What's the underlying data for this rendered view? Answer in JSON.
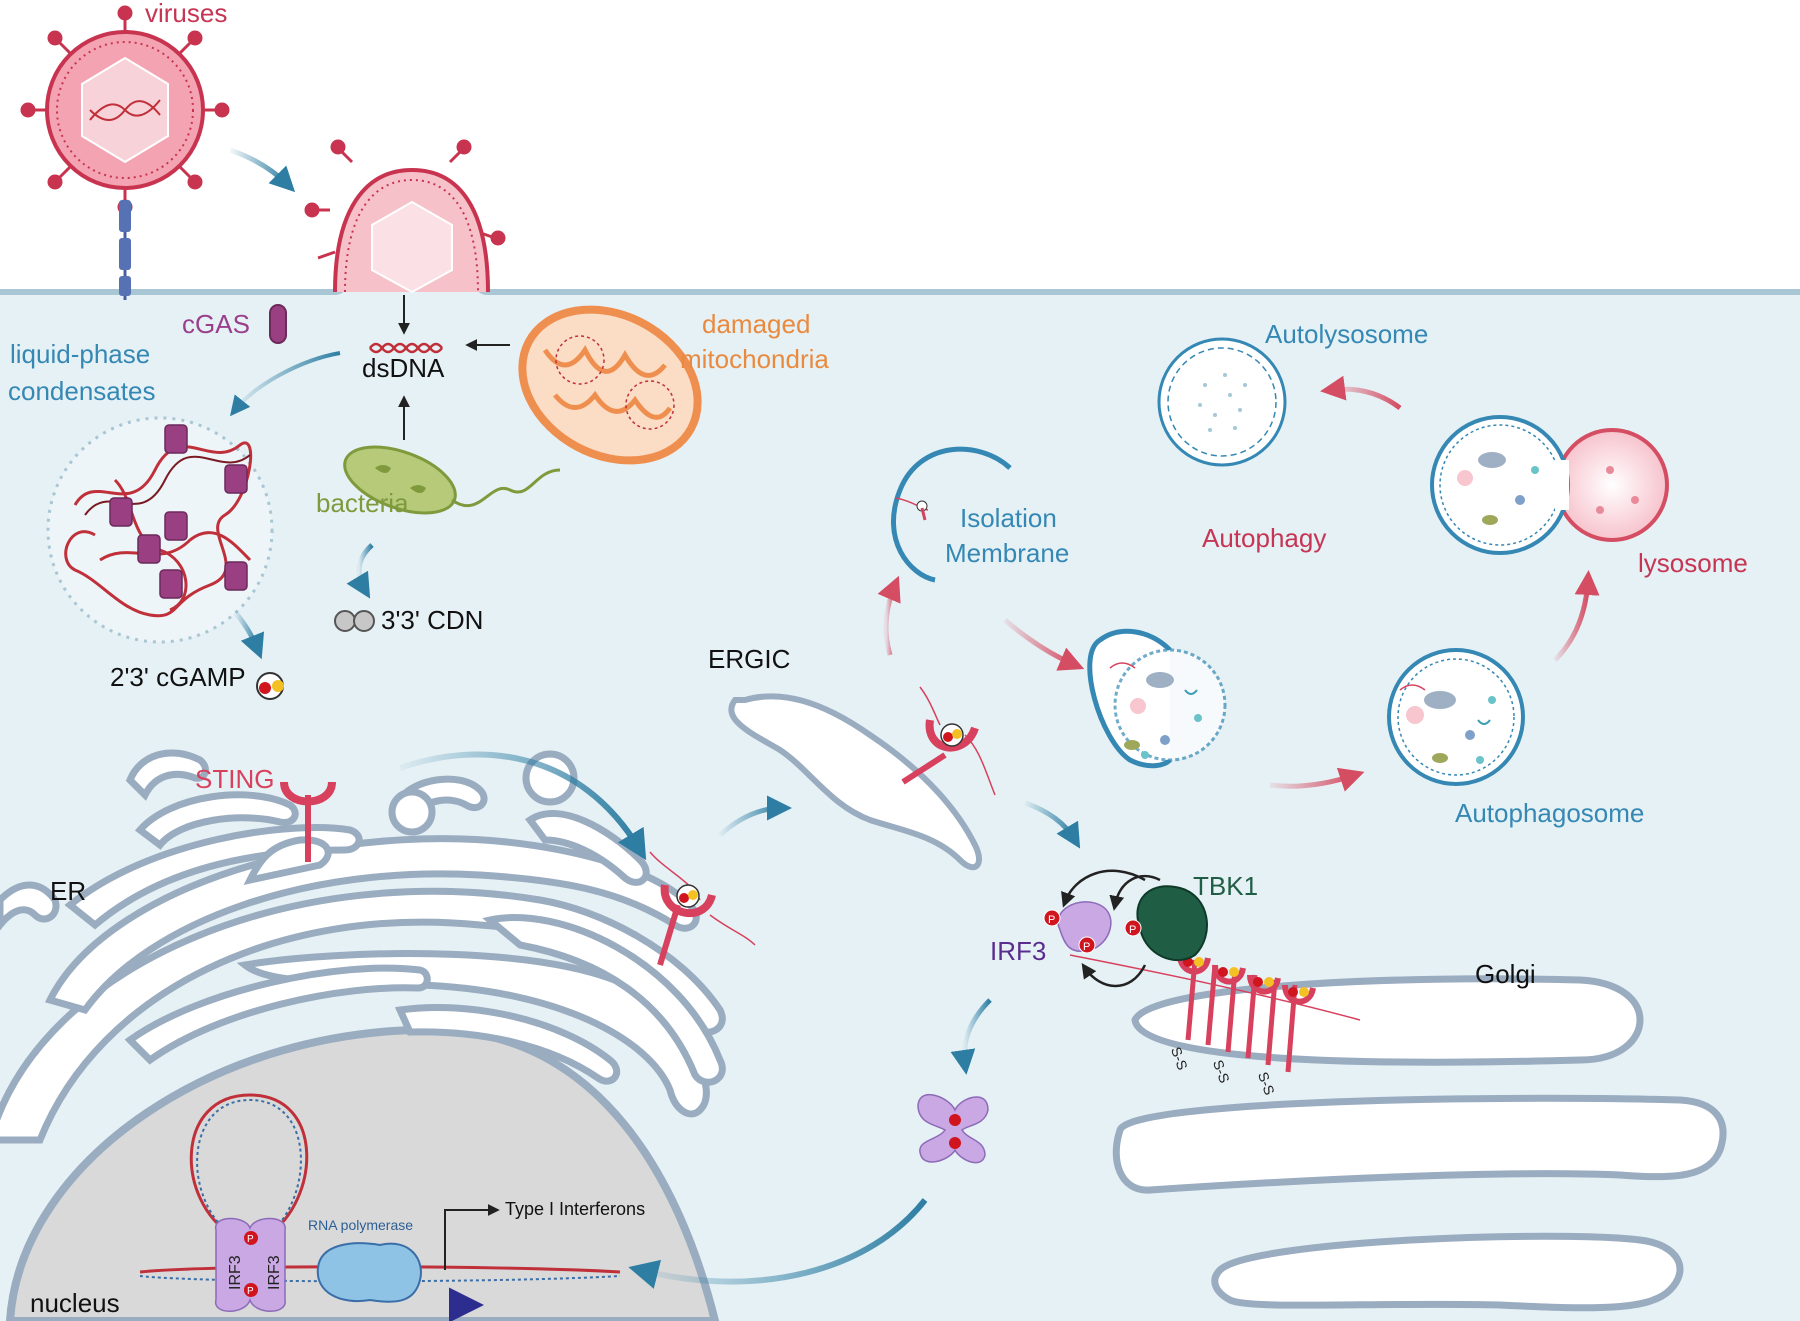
{
  "labels": {
    "viruses": "viruses",
    "cgas": "cGAS",
    "liquid_phase": "liquid-phase",
    "condensates": "condensates",
    "dsdna": "dsDNA",
    "damaged": "damaged",
    "mitochondria": "mitochondria",
    "bacteria": "bacteria",
    "cdn": "3'3' CDN",
    "cgamp": "2'3' cGAMP",
    "sting": "STING",
    "er": "ER",
    "ergic": "ERGIC",
    "isolation": "Isolation",
    "membrane": "Membrane",
    "autolysosome": "Autolysosome",
    "autophagy": "Autophagy",
    "lysosome": "lysosome",
    "autophagosome": "Autophagosome",
    "tbk1": "TBK1",
    "irf3": "IRF3",
    "golgi": "Golgi",
    "type_i_ifn": "Type I Interferons",
    "rna_polymerase": "RNA polymerase",
    "nucleus": "nucleus",
    "irf3_dimer_left": "IRF3",
    "irf3_dimer_right": "IRF3",
    "phospho": "P",
    "disulfide": "S-S"
  },
  "colors": {
    "cytoplasm": "#e6f1f5",
    "membrane": "#a8c6d3",
    "organelle_outline": "#9aacc0",
    "nucleus": "#d9d9d9",
    "virus": "#c8344f",
    "virus_fill": "#f4b8c2",
    "cgas": "#9b3f83",
    "dna": "#c0303a",
    "mito": "#ef8f4f",
    "bacteria": "#8aa84a",
    "blue_arrow": "#2e7ea3",
    "pink_arrow": "#d44d63",
    "sting": "#d8415e",
    "tbk1": "#1f5e45",
    "irf3": "#c9a8e4",
    "irf3_text": "#5a2e8e",
    "label_blue": "#3588b4",
    "label_pink": "#c63554",
    "label_orange": "#e98a3f",
    "label_green": "#7f9a3d",
    "label_purple": "#9a3f8c"
  }
}
